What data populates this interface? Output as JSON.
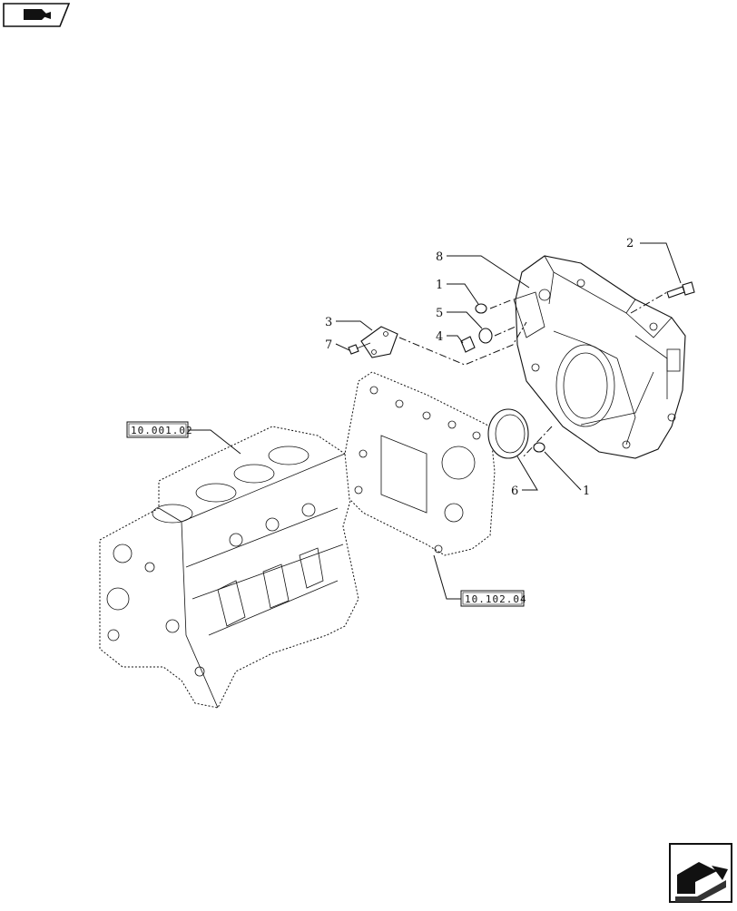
{
  "callouts": [
    {
      "id": "c8",
      "label": "8"
    },
    {
      "id": "c1a",
      "label": "1"
    },
    {
      "id": "c5",
      "label": "5"
    },
    {
      "id": "c4",
      "label": "4"
    },
    {
      "id": "c3",
      "label": "3"
    },
    {
      "id": "c7",
      "label": "7"
    },
    {
      "id": "c2",
      "label": "2"
    },
    {
      "id": "c6",
      "label": "6"
    },
    {
      "id": "c1b",
      "label": "1"
    }
  ],
  "references": {
    "engine_block": "10.001.02",
    "gear_plate": "10.102.04"
  },
  "navigation": {
    "prev_icon": "prev-page-icon",
    "next_icon": "next-page-icon"
  }
}
